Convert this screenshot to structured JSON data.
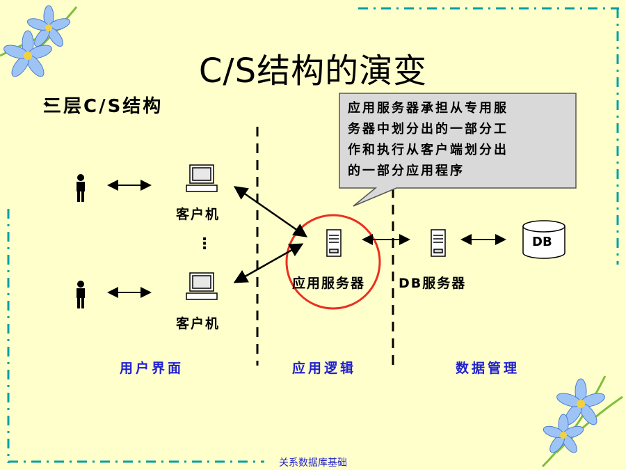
{
  "slide": {
    "title": "C/S结构的演变",
    "subtitle": "三层C/S结构",
    "footer": "关系数据库基础"
  },
  "diagram": {
    "client_top_label": "客户机",
    "client_bottom_label": "客户机",
    "ellipsis": "⋮",
    "app_server_label": "应用服务器",
    "db_server_label": "DB服务器",
    "db_label": "DB",
    "callout_lines": [
      "应用服务器承担从专用服",
      "务器中划分出的一部分工",
      "作和执行从客户端划分出",
      "的一部分应用程序"
    ],
    "layers": [
      "用户界面",
      "应用逻辑",
      "数据管理"
    ]
  },
  "colors": {
    "background": "#FFFFCC",
    "border_dash": "#00A0A0",
    "layer_text": "#1F1FD0",
    "highlight_circle": "#E83020",
    "callout_fill": "#D9D9D9"
  }
}
